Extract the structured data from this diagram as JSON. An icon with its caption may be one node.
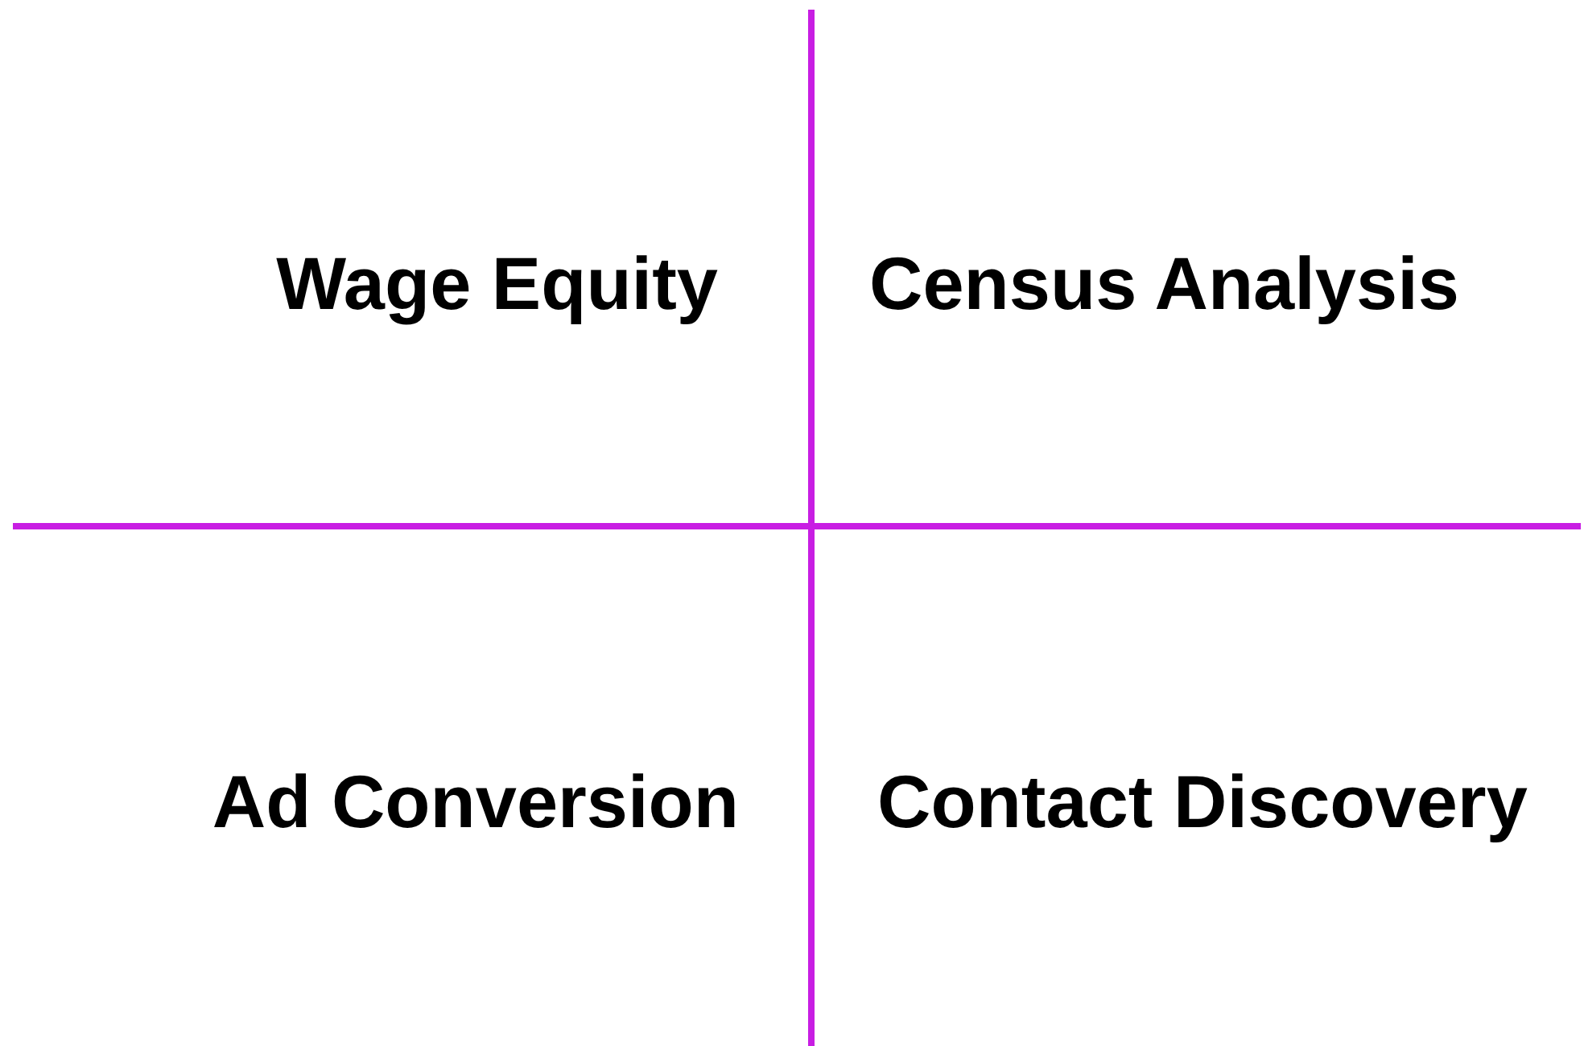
{
  "diagram": {
    "labels": [
      "Wage Equity",
      "Census Analysis",
      "Ad Conversion",
      "Contact Discovery"
    ]
  }
}
